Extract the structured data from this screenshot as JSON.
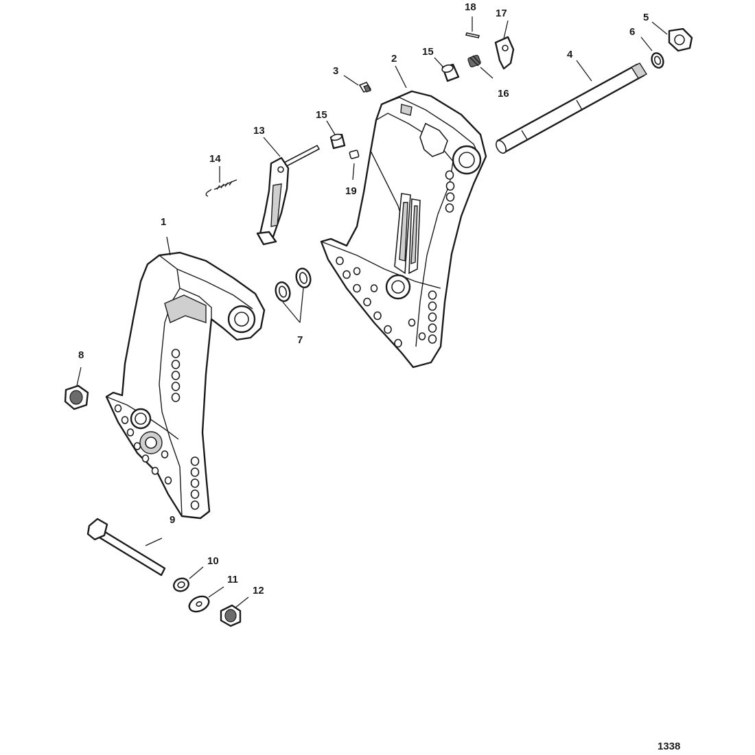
{
  "figure_number": "1338",
  "callouts": [
    {
      "id": "1",
      "label": "1"
    },
    {
      "id": "2",
      "label": "2"
    },
    {
      "id": "3",
      "label": "3"
    },
    {
      "id": "4",
      "label": "4"
    },
    {
      "id": "5",
      "label": "5"
    },
    {
      "id": "6",
      "label": "6"
    },
    {
      "id": "7",
      "label": "7"
    },
    {
      "id": "8",
      "label": "8"
    },
    {
      "id": "9",
      "label": "9"
    },
    {
      "id": "10",
      "label": "10"
    },
    {
      "id": "11",
      "label": "11"
    },
    {
      "id": "12",
      "label": "12"
    },
    {
      "id": "13",
      "label": "13"
    },
    {
      "id": "14",
      "label": "14"
    },
    {
      "id": "15a",
      "label": "15"
    },
    {
      "id": "15b",
      "label": "15"
    },
    {
      "id": "16",
      "label": "16"
    },
    {
      "id": "17",
      "label": "17"
    },
    {
      "id": "18",
      "label": "18"
    },
    {
      "id": "19",
      "label": "19"
    }
  ]
}
